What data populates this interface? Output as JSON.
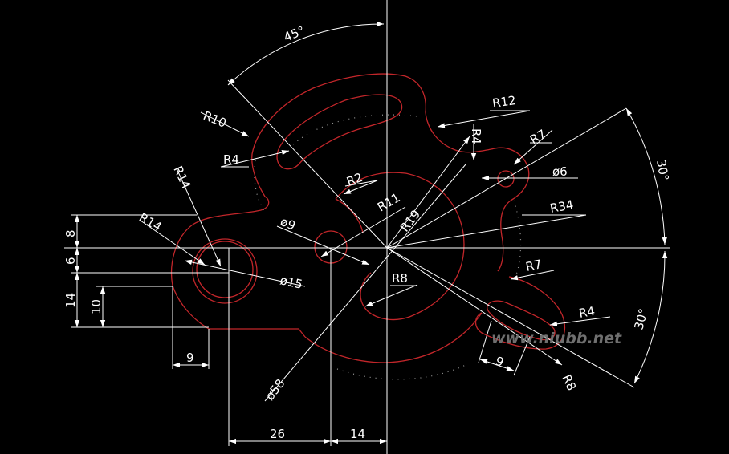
{
  "diagram": {
    "colors": {
      "background": "#000000",
      "dimension": "#ffffff",
      "outline": "#c2262a",
      "watermark": "#6f6f6f"
    },
    "labels": {
      "a45": "45°",
      "a30_upper": "30°",
      "a30_lower": "30°",
      "r10": "R10",
      "r12": "R12",
      "r4_upper": "R4",
      "r4_left": "R4",
      "r7_upper": "R7",
      "r14_a": "R14",
      "r14_b": "R14",
      "r2": "R2",
      "phi6": "ø6",
      "r11": "R11",
      "r19": "R19",
      "r34": "R34",
      "phi9": "ø9",
      "phi15": "ø15",
      "r7_lower": "R7",
      "r8_center": "R8",
      "r4_lower": "R4",
      "r8_lower": "R8",
      "phi58": "ø58",
      "d8": "8",
      "d6": "6",
      "d14": "14",
      "d10": "10",
      "d9_left": "9",
      "d9_right": "9",
      "d26": "26",
      "d14_bottom": "14"
    },
    "watermark": "www.niubb.net"
  }
}
